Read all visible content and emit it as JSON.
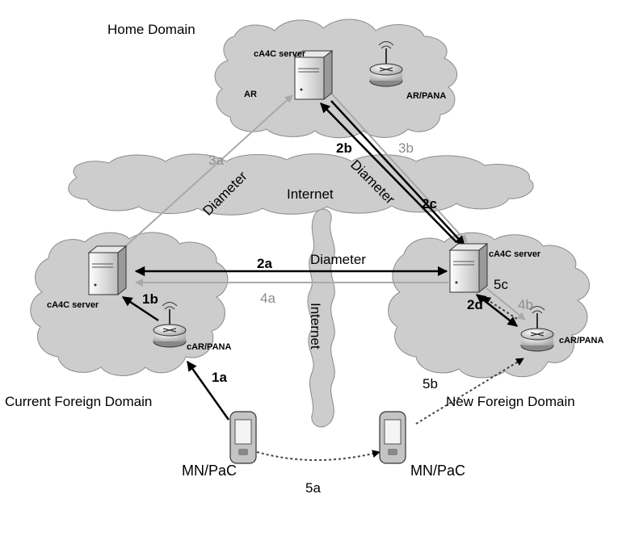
{
  "domains": {
    "home": "Home Domain",
    "current_foreign": "Current Foreign Domain",
    "new_foreign": "New Foreign Domain"
  },
  "nodes": {
    "home_server": "cA4C server",
    "home_ar": "AR",
    "home_ar_pana": "AR/PANA",
    "current_server": "cA4C server",
    "current_car_pana": "cAR/PANA",
    "new_server": "cA4C server",
    "new_car_pana": "cAR/PANA",
    "mn_left": "MN/PaC",
    "mn_right": "MN/PaC"
  },
  "internet": {
    "horizontal": "Internet",
    "vertical": "Internet"
  },
  "links": {
    "diameter_left": "Diameter",
    "diameter_right": "Diameter",
    "diameter_mid": "Diameter"
  },
  "steps": {
    "s1a": "1a",
    "s1b": "1b",
    "s2a": "2a",
    "s2b": "2b",
    "s2c": "2c",
    "s2d": "2d",
    "s3a": "3a",
    "s3b": "3b",
    "s4a": "4a",
    "s4b": "4b",
    "s5a": "5a",
    "s5b": "5b",
    "s5c": "5c"
  },
  "colors": {
    "cloud_fill": "#cdcdcd",
    "cloud_stroke": "#8a8a8a",
    "black_arrow": "#000000",
    "gray_arrow": "#a9a9a9",
    "gray_text": "#8c8c8c"
  }
}
